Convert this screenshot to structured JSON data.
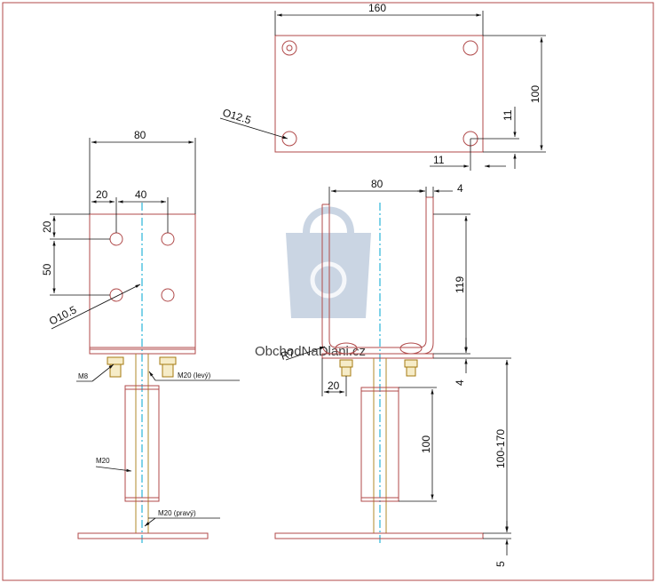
{
  "top_view": {
    "width_label": "160",
    "height_label": "100",
    "hole_label": "O12.5",
    "edge_v_label": "11",
    "edge_h_label": "11"
  },
  "front_view": {
    "width_label": "80",
    "hole_spacing_x_label": "40",
    "edge_x_label": "20",
    "edge_y_label": "20",
    "hole_spacing_y_label": "50",
    "hole_label": "O10.5",
    "nut_label": "M8",
    "upper_thread_label": "M20 (levý)",
    "coupling_label": "M20",
    "lower_thread_label": "M20 (pravý)"
  },
  "side_view": {
    "inner_width_label": "80",
    "thickness_label": "4",
    "height_label": "119",
    "radius_label": "R7",
    "base_thickness_label": "4",
    "offset_label": "20",
    "coupling_label": "100",
    "range_label": "100-170",
    "plate_label": "5"
  },
  "watermark": {
    "text": "ObchodNaDlani.cz"
  },
  "colors": {
    "part": "#b04a4a",
    "axis": "#2ab3d8",
    "rod": "#b08a2a",
    "dim": "#111111"
  }
}
